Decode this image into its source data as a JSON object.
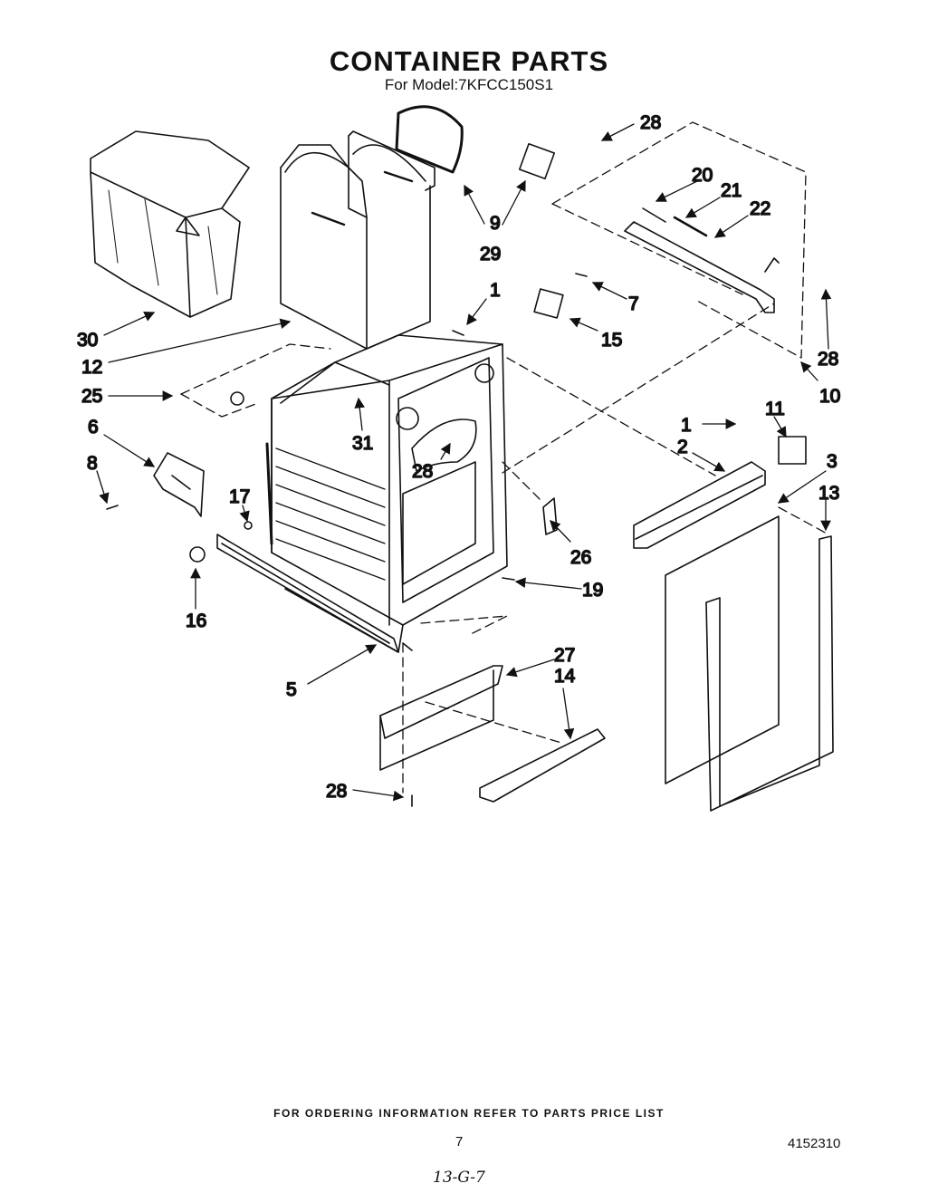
{
  "title": "CONTAINER PARTS",
  "subtitle": "For Model:7KFCC150S1",
  "footer_note": "FOR ORDERING INFORMATION REFER TO PARTS PRICE LIST",
  "page_number": "7",
  "document_number": "4152310",
  "handwritten_note": "13-G-7",
  "callouts": {
    "c28_top": "28",
    "c20": "20",
    "c21": "21",
    "c22": "22",
    "c9": "9",
    "c29": "29",
    "c1_top": "1",
    "c7": "7",
    "c15": "15",
    "c30": "30",
    "c12": "12",
    "c25": "25",
    "c31": "31",
    "c6": "6",
    "c8": "8",
    "c28_mid": "28",
    "c28_right": "28",
    "c10": "10",
    "c11": "11",
    "c1_right": "1",
    "c2": "2",
    "c3": "3",
    "c13": "13",
    "c17": "17",
    "c26": "26",
    "c19": "19",
    "c16": "16",
    "c5": "5",
    "c27": "27",
    "c14": "14",
    "c28_bottom": "28"
  }
}
